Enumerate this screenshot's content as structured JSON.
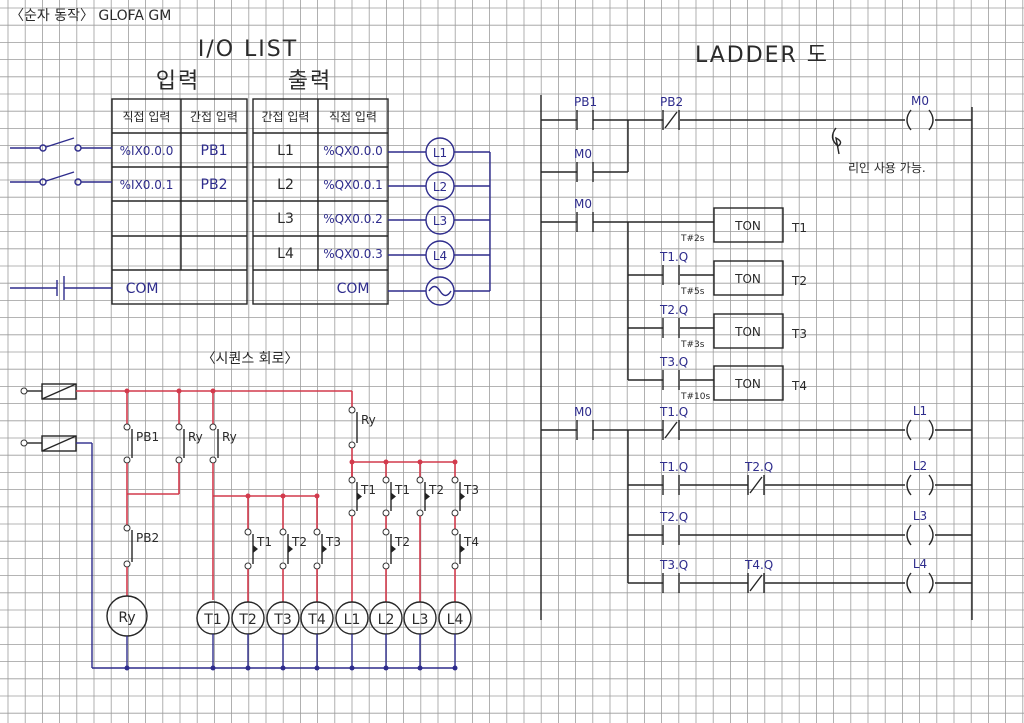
{
  "header": {
    "title": "〈순자 동작〉 GLOFA GM"
  },
  "io_list": {
    "title": "I/O LIST",
    "input_heading": "입력",
    "output_heading": "출력",
    "input_table": {
      "headers": [
        "직접 입력",
        "간접 입력"
      ],
      "rows": [
        [
          "%IX0.0.0",
          "PB1"
        ],
        [
          "%IX0.0.1",
          "PB2"
        ],
        [
          "",
          ""
        ],
        [
          "",
          ""
        ]
      ],
      "com": "COM"
    },
    "output_table": {
      "headers": [
        "간접 입력",
        "직접 입력"
      ],
      "rows": [
        [
          "L1",
          "%QX0.0.0"
        ],
        [
          "L2",
          "%QX0.0.1"
        ],
        [
          "L3",
          "%QX0.0.2"
        ],
        [
          "L4",
          "%QX0.0.3"
        ]
      ],
      "com": "COM"
    },
    "lamps": [
      "L1",
      "L2",
      "L3",
      "L4"
    ]
  },
  "relay_circuit": {
    "title": "〈시퀀스 회로〉",
    "contacts": {
      "pb1": "PB1",
      "pb2": "PB2",
      "ry_a": "Ry",
      "ry_b": "Ry",
      "ry_c": "Ry",
      "row1": [
        "T1",
        "T1",
        "T2",
        "T3"
      ],
      "row2": [
        "T1",
        "T2",
        "T3",
        "T2",
        "T4"
      ]
    },
    "coils": [
      "Ry",
      "T1",
      "T2",
      "T3",
      "T4",
      "L1",
      "L2",
      "L3",
      "L4"
    ]
  },
  "ladder": {
    "title": "LADDER 도",
    "note": "리인 사용 가능.",
    "rung1": {
      "pb1": "PB1",
      "pb2": "PB2",
      "coil": "M0",
      "hold": "M0"
    },
    "timers": [
      {
        "contact": "M0",
        "preset": "T#2s",
        "type": "TON",
        "name": "T1"
      },
      {
        "contact": "T1.Q",
        "preset": "T#5s",
        "type": "TON",
        "name": "T2"
      },
      {
        "contact": "T2.Q",
        "preset": "T#3s",
        "type": "TON",
        "name": "T3"
      },
      {
        "contact": "T3.Q",
        "preset": "T#10s",
        "type": "TON",
        "name": "T4"
      }
    ],
    "outputs": [
      {
        "a": "M0",
        "b": "T1.Q",
        "coil": "L1"
      },
      {
        "a": "T1.Q",
        "b": "T2.Q",
        "coil": "L2"
      },
      {
        "a": "T2.Q",
        "coil": "L3"
      },
      {
        "a": "T3.Q",
        "b": "T4.Q",
        "coil": "L4"
      }
    ]
  },
  "colors": {
    "ink": "#262626",
    "blue": "#2e2c8c",
    "red": "#d23a4c",
    "grid": "#9c9c9c"
  }
}
